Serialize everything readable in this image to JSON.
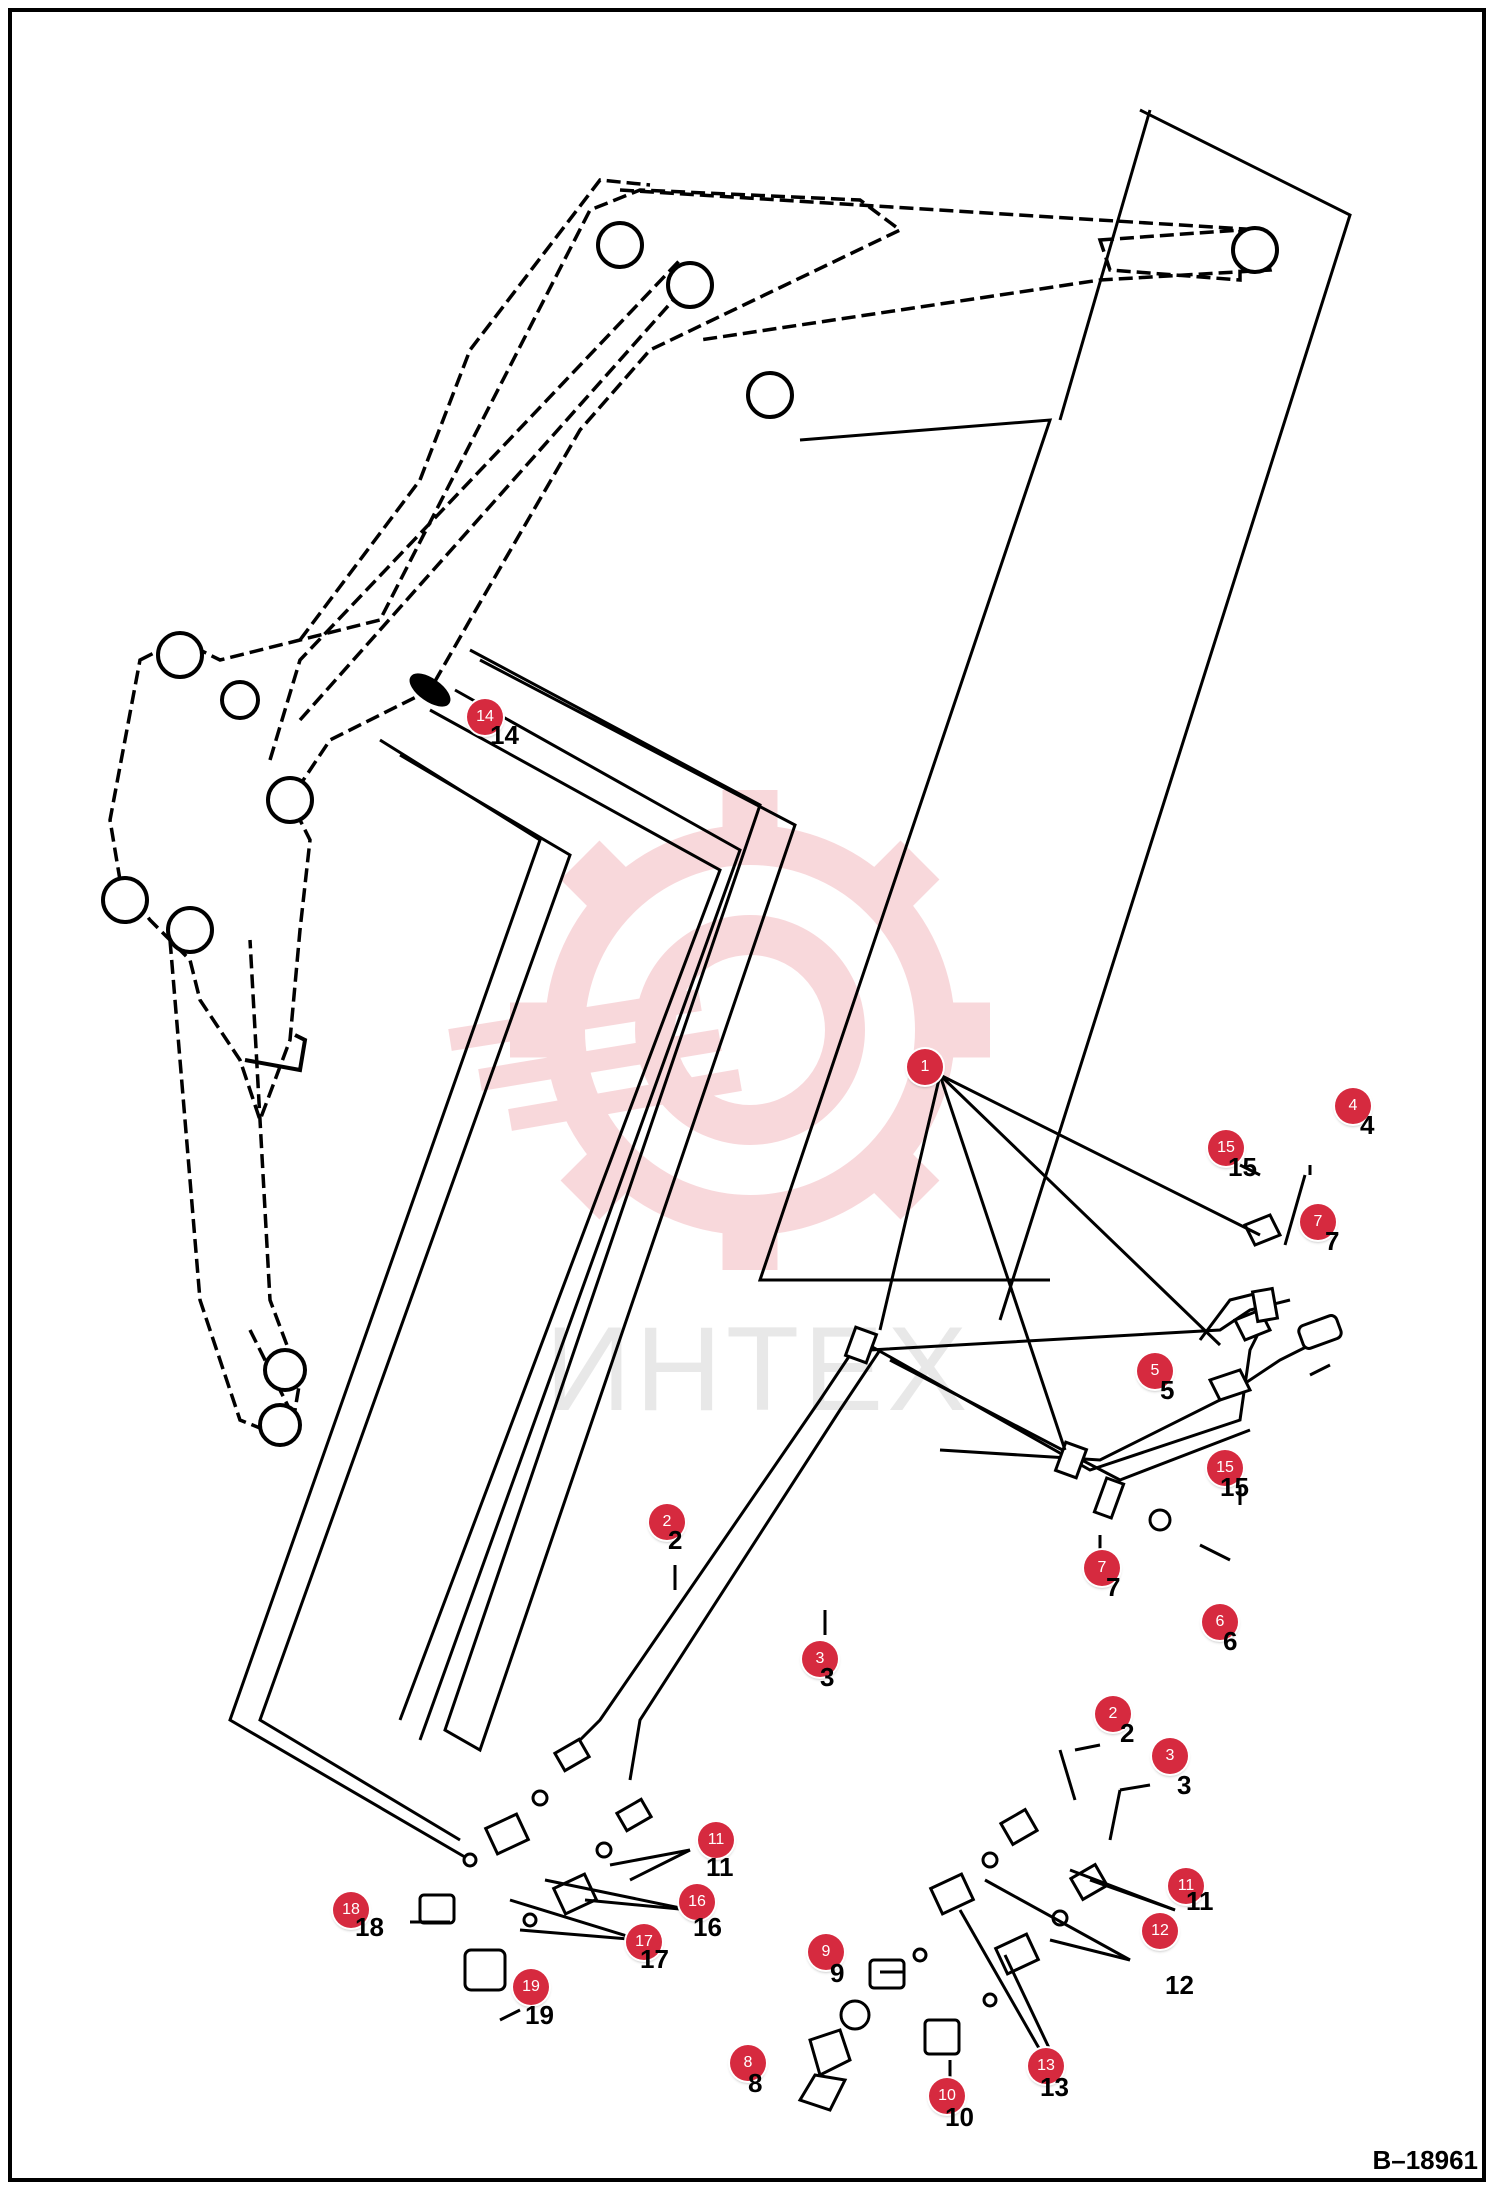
{
  "drawing_id": "B–18961",
  "watermark": "ИНТЕХ",
  "callouts": [
    {
      "n": "14"
    },
    {
      "n": "1"
    },
    {
      "n": "4"
    },
    {
      "n": "15"
    },
    {
      "n": "7"
    },
    {
      "n": "5"
    },
    {
      "n": "15"
    },
    {
      "n": "2"
    },
    {
      "n": "7"
    },
    {
      "n": "3"
    },
    {
      "n": "6"
    },
    {
      "n": "2"
    },
    {
      "n": "3"
    },
    {
      "n": "11"
    },
    {
      "n": "11"
    },
    {
      "n": "16"
    },
    {
      "n": "18"
    },
    {
      "n": "17"
    },
    {
      "n": "19"
    },
    {
      "n": "9"
    },
    {
      "n": "12"
    },
    {
      "n": "8"
    },
    {
      "n": "13"
    },
    {
      "n": "10"
    }
  ],
  "plain_labels": [
    {
      "t": "14"
    },
    {
      "t": "4"
    },
    {
      "t": "15"
    },
    {
      "t": "7"
    },
    {
      "t": "5"
    },
    {
      "t": "15"
    },
    {
      "t": "2"
    },
    {
      "t": "7"
    },
    {
      "t": "3"
    },
    {
      "t": "6"
    },
    {
      "t": "2"
    },
    {
      "t": "3"
    },
    {
      "t": "11"
    },
    {
      "t": "11"
    },
    {
      "t": "16"
    },
    {
      "t": "18"
    },
    {
      "t": "17"
    },
    {
      "t": "19"
    },
    {
      "t": "9"
    },
    {
      "t": "12"
    },
    {
      "t": "8"
    },
    {
      "t": "13"
    },
    {
      "t": "10"
    }
  ]
}
